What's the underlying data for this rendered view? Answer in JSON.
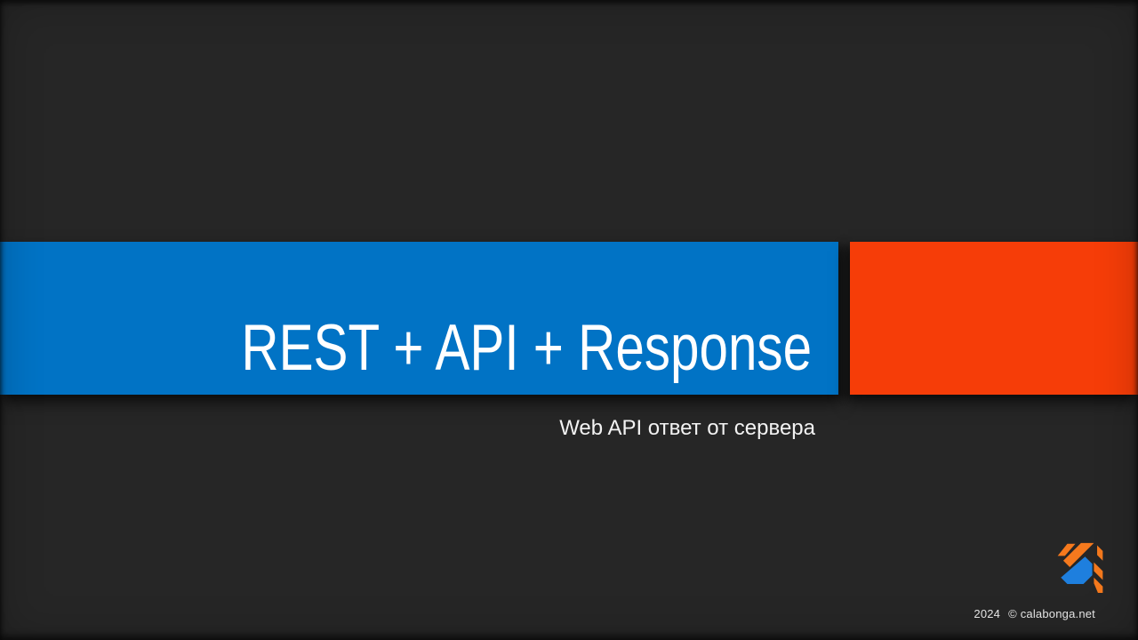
{
  "slide": {
    "title": "REST + API + Response",
    "subtitle": "Web API ответ от сервера",
    "footer": {
      "year": "2024",
      "copyright": "© calabonga.net"
    },
    "logo_icon": "calabonga-diagonal-stripes-logo",
    "colors": {
      "background": "#262626",
      "title_bar": "#0173C5",
      "accent_bar": "#F63D08",
      "logo_orange": "#F5791D",
      "logo_blue": "#1E7FDE",
      "title_text": "#FFFFFF",
      "subtitle_text": "#F2F2F2",
      "footer_text": "#E9E9E9"
    }
  }
}
